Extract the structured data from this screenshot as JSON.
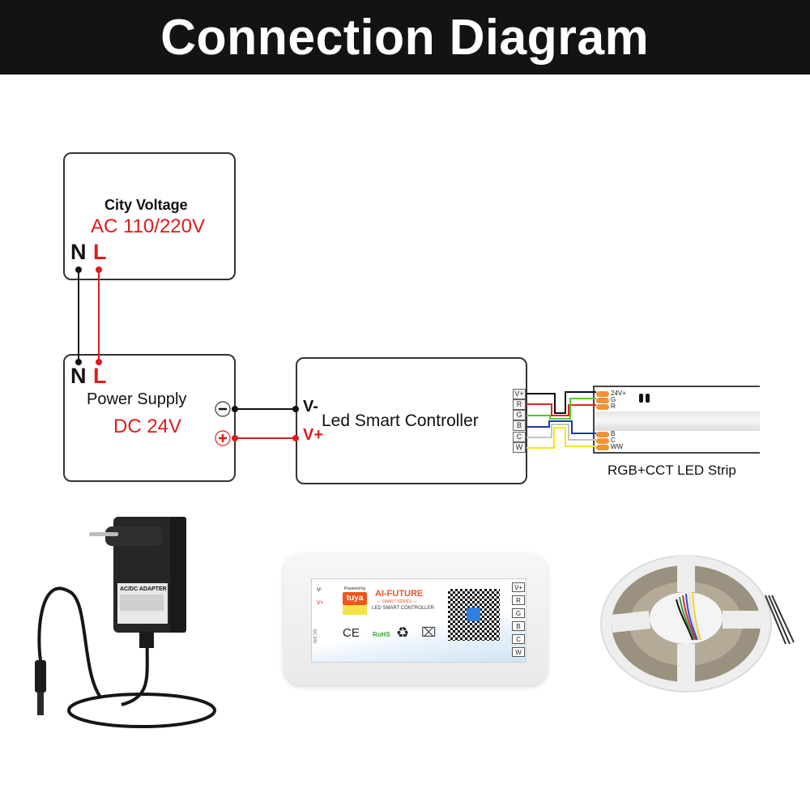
{
  "header": {
    "title": "Connection Diagram"
  },
  "city_voltage": {
    "title": "City Voltage",
    "voltage": "AC 110/220V",
    "terminal_n": "N",
    "terminal_l": "L"
  },
  "power_supply": {
    "terminal_n": "N",
    "terminal_l": "L",
    "title": "Power Supply",
    "voltage": "DC 24V",
    "negative_symbol": "−",
    "positive_symbol": "+"
  },
  "controller": {
    "title": "Led Smart Controller",
    "input_negative": "V-",
    "input_positive": "V+",
    "output_terminals": [
      "V+",
      "R",
      "G",
      "B",
      "C",
      "W"
    ]
  },
  "strip": {
    "caption": "RGB+CCT LED Strip",
    "pads_top": [
      "24V+",
      "G",
      "R"
    ],
    "pads_bottom": [
      "B",
      "C",
      "WW"
    ]
  },
  "wire_colors": {
    "neutral": "#111111",
    "live": "#e01b1b",
    "v_plus": "#111111",
    "r": "#e52222",
    "g": "#4ccc2a",
    "b": "#1a3aa8",
    "c": "#c4c4c4",
    "w": "#f2e61a"
  },
  "photos": {
    "adapter_label": "AC/DC ADAPTER",
    "controller_brand": "AI-FUTURE",
    "controller_series": "— SMART SERIES —",
    "controller_product": "LED SMART CONTROLLER",
    "powered_by": "Powered by",
    "tuya": "tuya",
    "ce": "CE",
    "rohs": "RoHS",
    "ctrl_vminus": "V-",
    "ctrl_vplus": "V+",
    "ctrl_dc": "DC 24V",
    "ctrl_terminals": [
      "V+",
      "R",
      "G",
      "B",
      "C",
      "W"
    ]
  }
}
